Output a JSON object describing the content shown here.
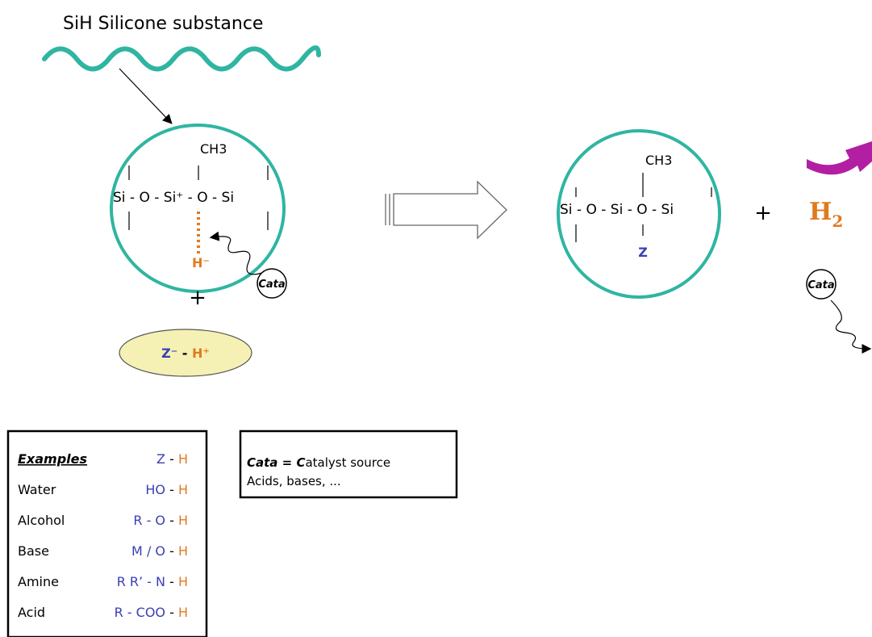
{
  "title": "SiH Silicone substance",
  "left_molecule": {
    "ch3": "CH3",
    "chain": "Si - O - Si⁺ - O - Si",
    "hydride": "H⁻",
    "catalyst": "Cata",
    "plus": "+",
    "reactant": "Z⁻ - H⁺"
  },
  "right_molecule": {
    "ch3": "CH3",
    "chain": "Si - O - Si - O - Si",
    "substituent": "Z",
    "plus": "+",
    "h2_base": "H",
    "h2_sub": "2",
    "catalyst": "Cata"
  },
  "examples_table": {
    "header_left": "Examples",
    "header_right_z": "Z",
    "header_right_sep": " - ",
    "header_right_h": "H",
    "rows": [
      {
        "name": "Water",
        "group": "HO",
        "h": "H"
      },
      {
        "name": "Alcohol",
        "group": "R - O",
        "h": "H"
      },
      {
        "name": "Base",
        "group": "M / O",
        "h": "H"
      },
      {
        "name": "Amine",
        "group": "R R’ - N",
        "h": "H"
      },
      {
        "name": "Acid",
        "group": "R - COO",
        "h": "H"
      }
    ]
  },
  "cata_box": {
    "line1_bold": "Cata",
    "line1_eq": " = ",
    "line1_c": "C",
    "line1_rest": "atalyst source",
    "line2": "Acids, bases, ..."
  },
  "colors": {
    "ring": "#2fb5a2",
    "blue": "#3b3fb3",
    "orange": "#e07a1f",
    "ellipse": "#f5f0b4",
    "magenta_arrow": "#b21fa3"
  }
}
